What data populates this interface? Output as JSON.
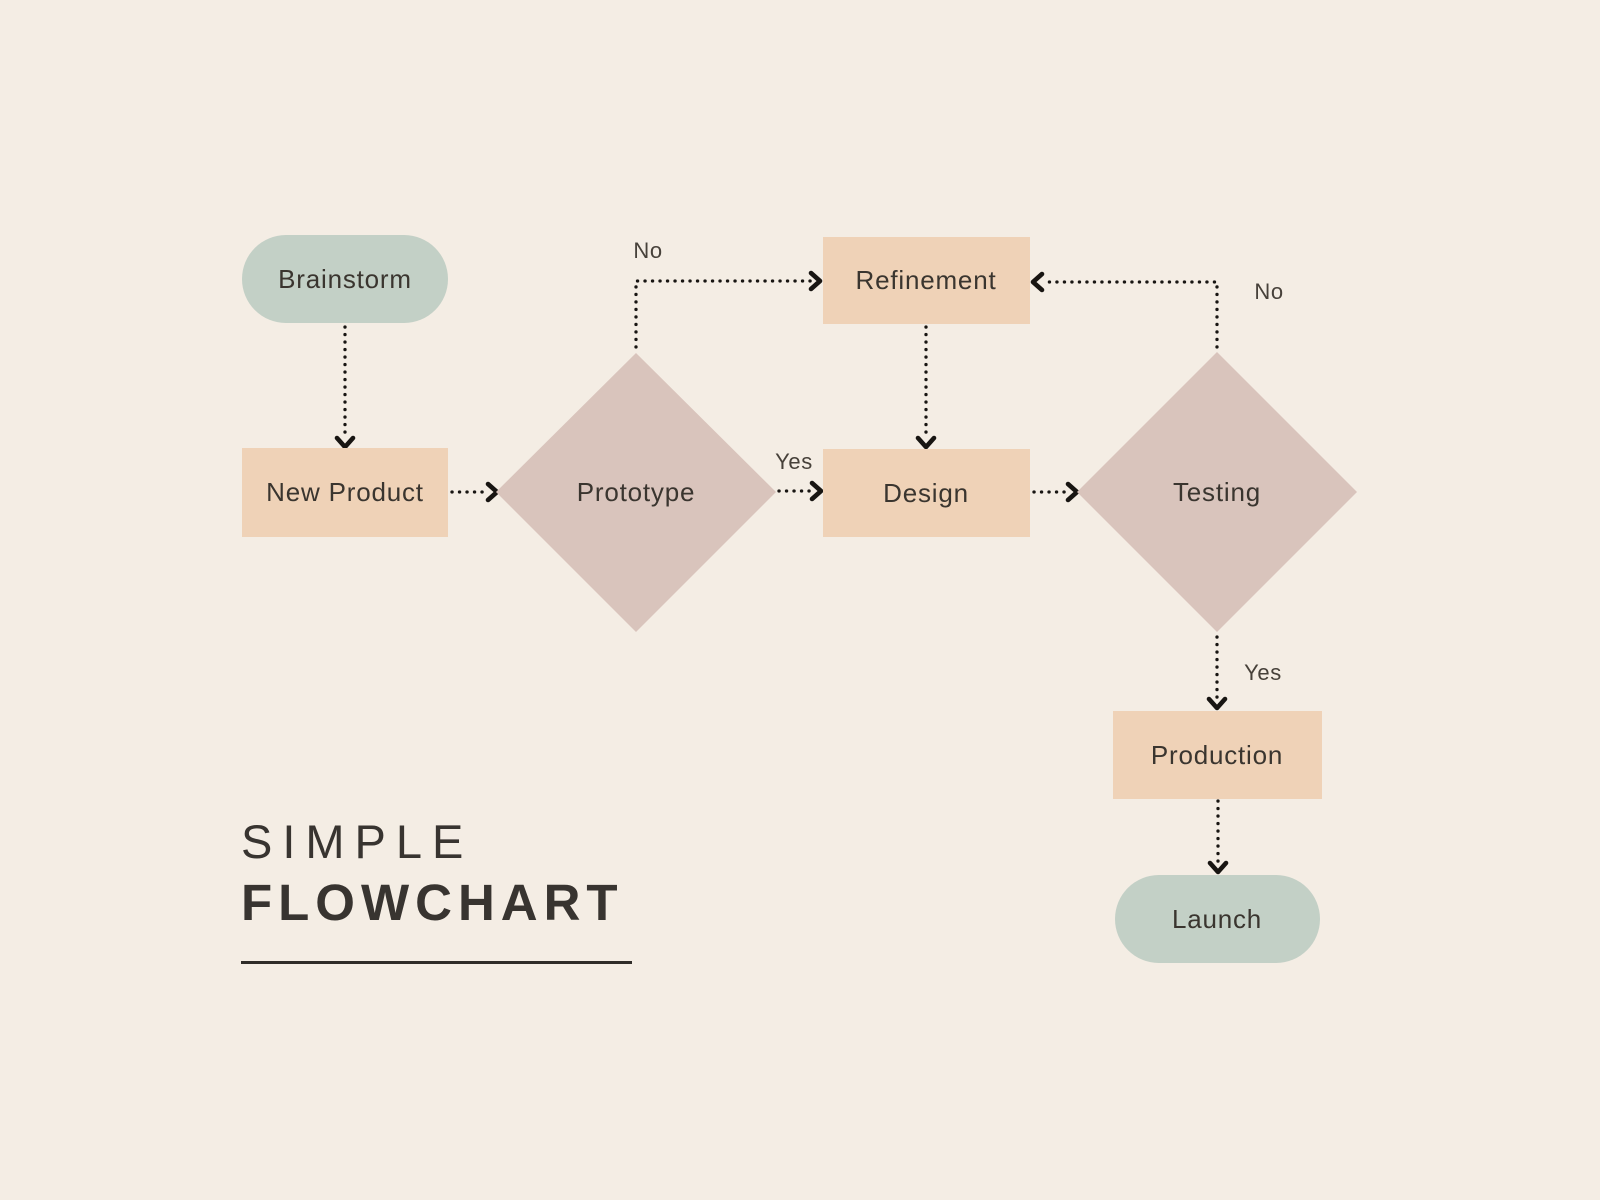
{
  "title": {
    "line1": "SIMPLE",
    "line2": "FLOWCHART"
  },
  "colors": {
    "background": "#f4ede4",
    "terminal": "#c3d0c6",
    "process": "#efd2b7",
    "decision": "#d9c4bc",
    "node_text": "#3a352f",
    "edge_label_text": "#47413a",
    "arrow": "#181512",
    "title_text": "#383430"
  },
  "nodes": {
    "brainstorm": {
      "label": "Brainstorm",
      "type": "terminal"
    },
    "new_product": {
      "label": "New Product",
      "type": "process"
    },
    "prototype": {
      "label": "Prototype",
      "type": "decision"
    },
    "refinement": {
      "label": "Refinement",
      "type": "process"
    },
    "design": {
      "label": "Design",
      "type": "process"
    },
    "testing": {
      "label": "Testing",
      "type": "decision"
    },
    "production": {
      "label": "Production",
      "type": "process"
    },
    "launch": {
      "label": "Launch",
      "type": "terminal"
    }
  },
  "edges": [
    {
      "from": "brainstorm",
      "to": "new_product",
      "label": ""
    },
    {
      "from": "new_product",
      "to": "prototype",
      "label": ""
    },
    {
      "from": "prototype",
      "to": "design",
      "label": "Yes"
    },
    {
      "from": "prototype",
      "to": "refinement",
      "label": "No"
    },
    {
      "from": "refinement",
      "to": "design",
      "label": ""
    },
    {
      "from": "design",
      "to": "testing",
      "label": ""
    },
    {
      "from": "testing",
      "to": "refinement",
      "label": "No"
    },
    {
      "from": "testing",
      "to": "production",
      "label": "Yes"
    },
    {
      "from": "production",
      "to": "launch",
      "label": ""
    }
  ],
  "edge_labels": {
    "prototype_no": "No",
    "prototype_yes": "Yes",
    "testing_no": "No",
    "testing_yes": "Yes"
  }
}
